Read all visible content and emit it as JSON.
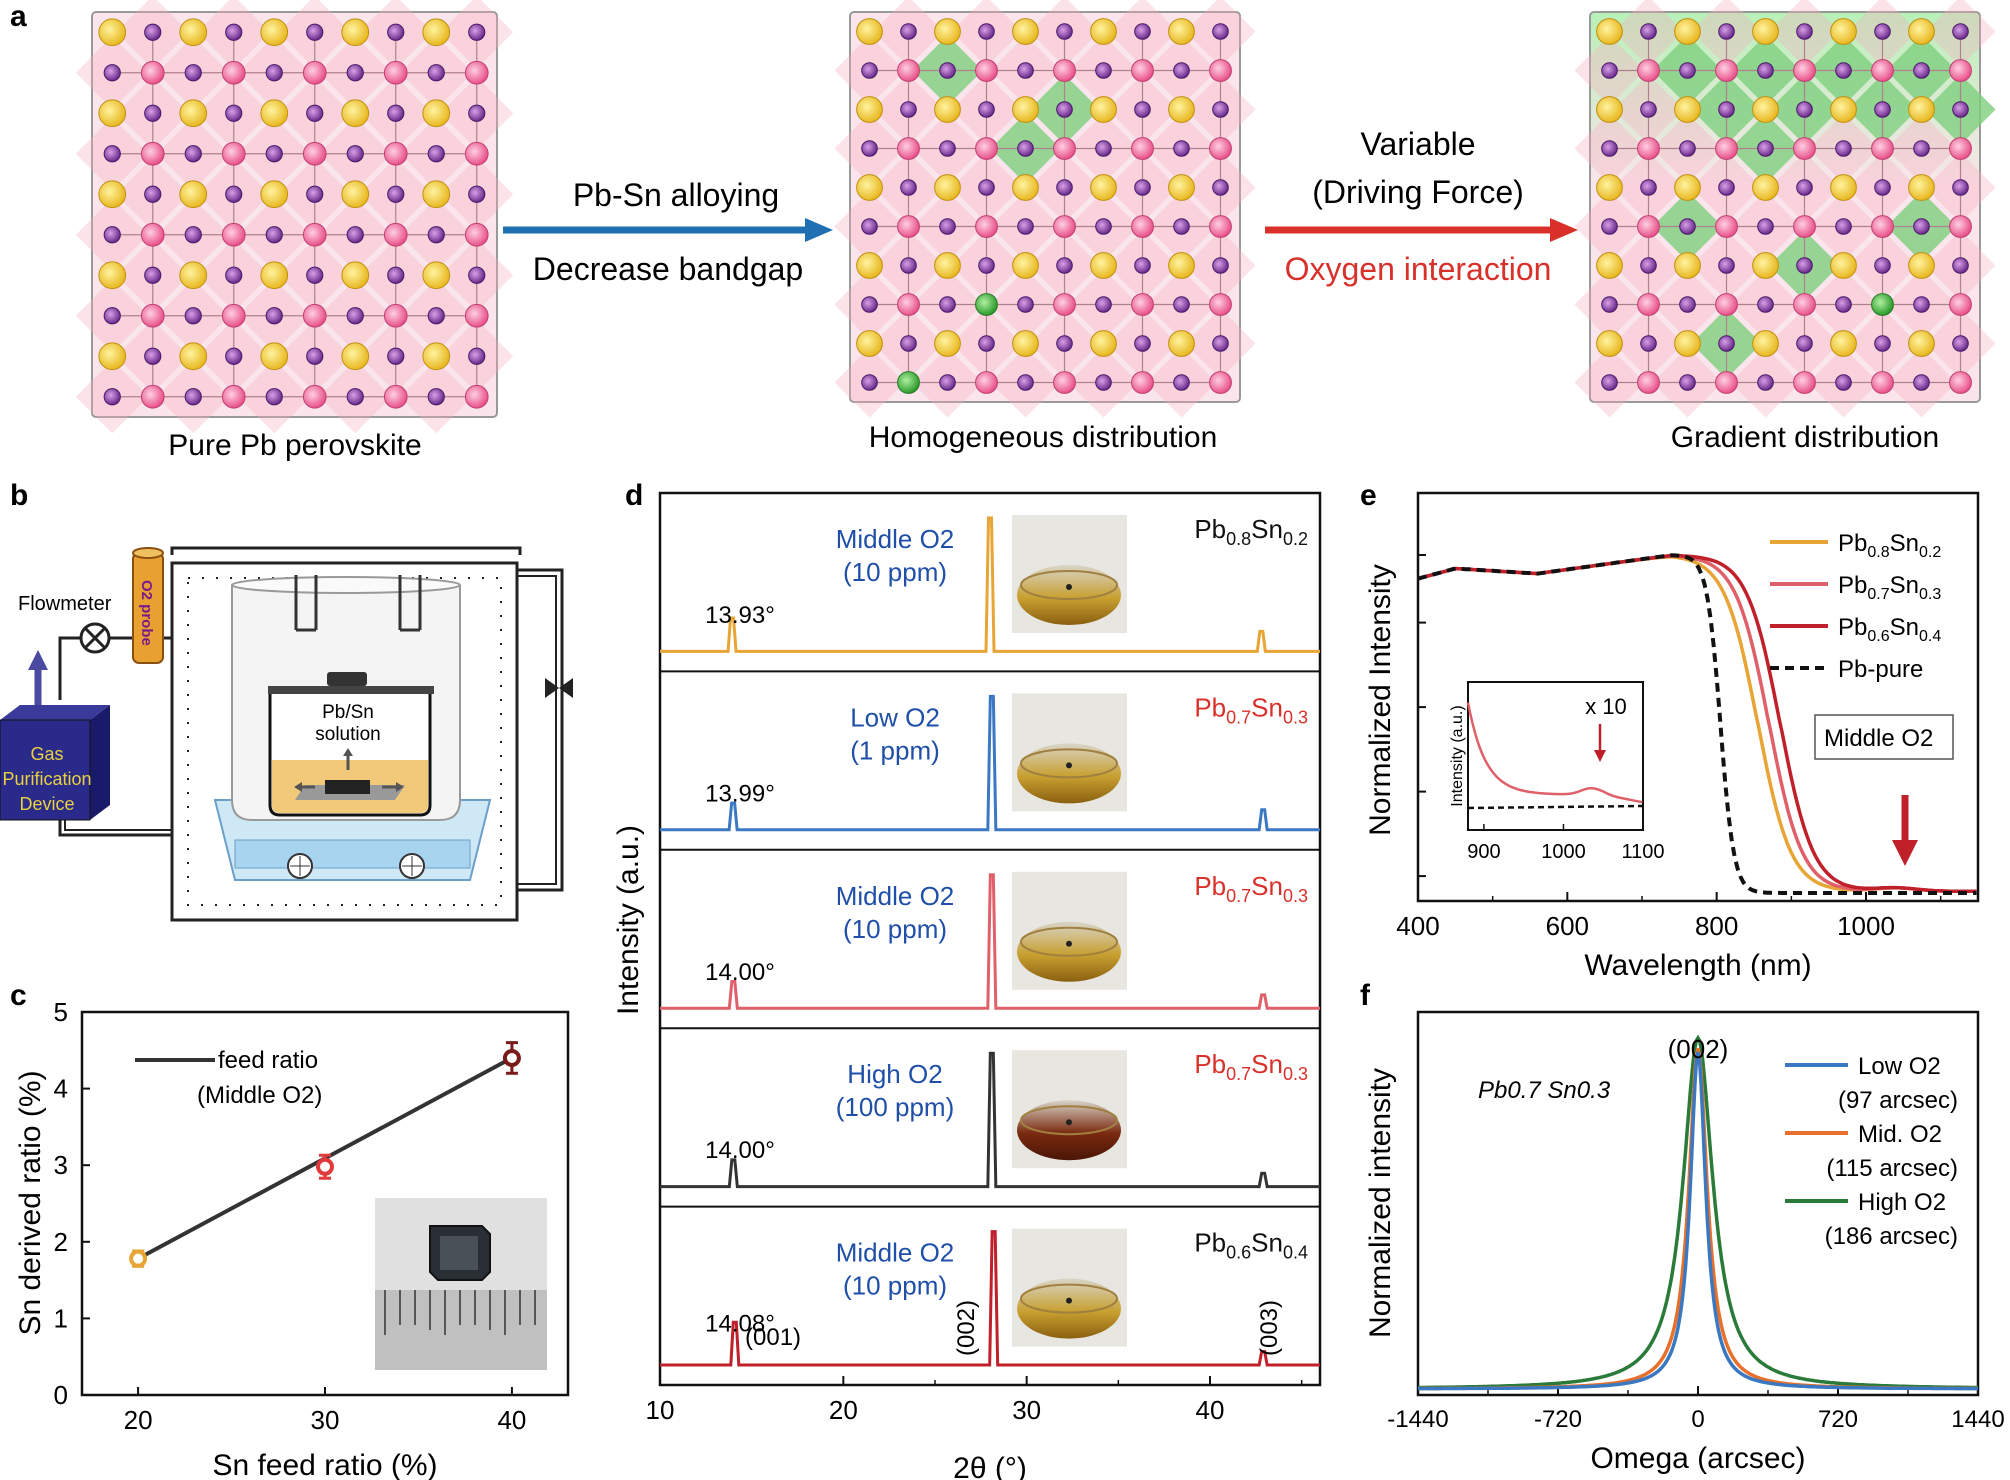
{
  "panel_letters": [
    "a",
    "b",
    "c",
    "d",
    "e",
    "f"
  ],
  "colors": {
    "orange": "#e8a535",
    "blue": "#3a78c2",
    "pink": "#e0606a",
    "black": "#333333",
    "darkred": "#c0202a",
    "green": "#2a7a3a",
    "arrow_blue": "#1f6fb2",
    "arrow_red": "#d9302a",
    "label_blue": "#1f4fa8",
    "label_red": "#d9302a"
  },
  "panel_a": {
    "lattice_captions": [
      "Pure Pb perovskite",
      "Homogeneous distribution",
      "Gradient distribution"
    ],
    "arrow1_top": "Pb-Sn alloying",
    "arrow1_bottom": "Decrease bandgap",
    "arrow2_top1": "Variable",
    "arrow2_top2": "(Driving Force)",
    "arrow2_bottom": "Oxygen interaction"
  },
  "panel_b": {
    "flowmeter": "Flowmeter",
    "probe": "O2 probe",
    "gas_device": [
      "Gas",
      "Purification",
      "Device"
    ],
    "solution": [
      "Pb/Sn",
      "solution"
    ]
  },
  "chart_data": [
    {
      "panel": "c",
      "type": "scatter",
      "xlabel": "Sn feed ratio (%)",
      "ylabel": "Sn derived ratio (%)",
      "xlim": [
        17,
        43
      ],
      "ylim": [
        0,
        5
      ],
      "xticks": [
        20,
        30,
        40
      ],
      "yticks": [
        0,
        1,
        2,
        3,
        4,
        5
      ],
      "legend": [
        "feed ratio",
        "(Middle O2)"
      ],
      "line": {
        "x": [
          20,
          40
        ],
        "y": [
          1.78,
          4.4
        ]
      },
      "points": [
        {
          "x": 20,
          "y": 1.78,
          "err": 0.1,
          "color": "#e8a535"
        },
        {
          "x": 30,
          "y": 2.98,
          "err": 0.15,
          "color": "#e03a3a"
        },
        {
          "x": 40,
          "y": 4.4,
          "err": 0.2,
          "color": "#7a1a1a"
        }
      ]
    },
    {
      "panel": "d",
      "type": "line",
      "xlabel": "2θ (°)",
      "ylabel": "Intensity (a.u.)",
      "xlim": [
        10,
        46
      ],
      "xticks": [
        10,
        20,
        30,
        40
      ],
      "series": [
        {
          "name": "Pb0.8Sn0.2",
          "color": "#e8a535",
          "condition": [
            "Middle O2",
            "(10 ppm)"
          ],
          "peak_label": "13.93°",
          "peaks": [
            13.93,
            28.0,
            42.8
          ],
          "heights": [
            0.25,
            1.0,
            0.15
          ]
        },
        {
          "name": "Pb0.7Sn0.3",
          "color": "#3a78c2",
          "condition": [
            "Low O2",
            "(1 ppm)"
          ],
          "peak_label": "13.99°",
          "peaks": [
            13.99,
            28.1,
            42.9
          ],
          "heights": [
            0.2,
            1.0,
            0.15
          ]
        },
        {
          "name": "Pb0.7Sn0.3",
          "color": "#e0606a",
          "condition": [
            "Middle O2",
            "(10 ppm)"
          ],
          "peak_label": "14.00°",
          "peaks": [
            14.0,
            28.1,
            42.9
          ],
          "heights": [
            0.2,
            1.0,
            0.1
          ]
        },
        {
          "name": "Pb0.7Sn0.3",
          "color": "#333333",
          "condition": [
            "High O2",
            "(100 ppm)"
          ],
          "peak_label": "14.00°",
          "peaks": [
            14.0,
            28.1,
            42.9
          ],
          "heights": [
            0.2,
            1.0,
            0.1
          ]
        },
        {
          "name": "Pb0.6Sn0.4",
          "color": "#c0202a",
          "condition": [
            "Middle O2",
            "(10 ppm)"
          ],
          "peak_label": "14.08°",
          "peaks": [
            14.08,
            28.2,
            42.9
          ],
          "heights": [
            0.32,
            1.0,
            0.1
          ]
        }
      ],
      "hkl": [
        "(001)",
        "(002)",
        "(003)"
      ]
    },
    {
      "panel": "e",
      "type": "line",
      "xlabel": "Wavelength (nm)",
      "ylabel": "Normalized Intensity",
      "xlim": [
        400,
        1150
      ],
      "xticks": [
        400,
        600,
        800,
        1000
      ],
      "annotation": "Middle O2",
      "series": [
        {
          "name": "Pb0.8Sn0.2",
          "color": "#e8a535",
          "edge": 855
        },
        {
          "name": "Pb0.7Sn0.3",
          "color": "#e0606a",
          "edge": 870
        },
        {
          "name": "Pb0.6Sn0.4",
          "color": "#c0202a",
          "edge": 885
        },
        {
          "name": "Pb-pure",
          "color": "#111111",
          "edge": 805,
          "dashed": true
        }
      ],
      "inset": {
        "xlabel": "",
        "ylabel": "Intensity (a.u.)",
        "xticks": [
          900,
          1000,
          1100
        ],
        "xlim": [
          880,
          1100
        ],
        "label": "x 10"
      }
    },
    {
      "panel": "f",
      "type": "line",
      "xlabel": "Omega (arcsec)",
      "ylabel": "Normalized intensity",
      "xlim": [
        -1440,
        1440
      ],
      "xticks": [
        -1440,
        -720,
        0,
        720,
        1440
      ],
      "peak_label": "(002)",
      "composition": "Pb0.7 Sn0.3",
      "series": [
        {
          "name": "Low O2",
          "fwhm_label": "(97 arcsec)",
          "fwhm": 97,
          "color": "#3a78c2"
        },
        {
          "name": "Mid. O2",
          "fwhm_label": "(115 arcsec)",
          "fwhm": 115,
          "color": "#e8702a"
        },
        {
          "name": "High O2",
          "fwhm_label": "(186 arcsec)",
          "fwhm": 186,
          "color": "#2a7a3a"
        }
      ]
    }
  ]
}
